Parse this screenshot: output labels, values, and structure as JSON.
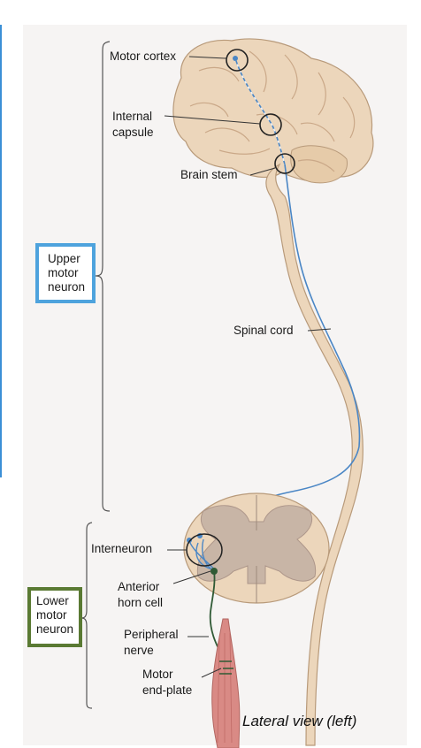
{
  "labels": {
    "motor_cortex": "Motor cortex",
    "internal_capsule_line1": "Internal",
    "internal_capsule_line2": "capsule",
    "brain_stem": "Brain stem",
    "spinal_cord": "Spinal cord",
    "interneuron": "Interneuron",
    "anterior_horn_line1": "Anterior",
    "anterior_horn_line2": "horn cell",
    "peripheral_nerve_line1": "Peripheral",
    "peripheral_nerve_line2": "nerve",
    "motor_endplate_line1": "Motor",
    "motor_endplate_line2": "end-plate"
  },
  "groups": {
    "upper": {
      "line1": "Upper",
      "line2": "motor",
      "line3": "neuron",
      "color": "#4ea3dd"
    },
    "lower": {
      "line1": "Lower",
      "line2": "motor",
      "line3": "neuron",
      "color": "#5a7a33"
    }
  },
  "caption": "Lateral view (left)",
  "colors": {
    "brain_fill": "#ecd6bb",
    "brain_shadow": "#d9b994",
    "cord_fill": "#ecd6bb",
    "gray_matter": "#c8b5a6",
    "upper_neuron_path": "#4a86c5",
    "lower_neuron_path": "#2f5a35",
    "muscle": "#d98a85"
  }
}
